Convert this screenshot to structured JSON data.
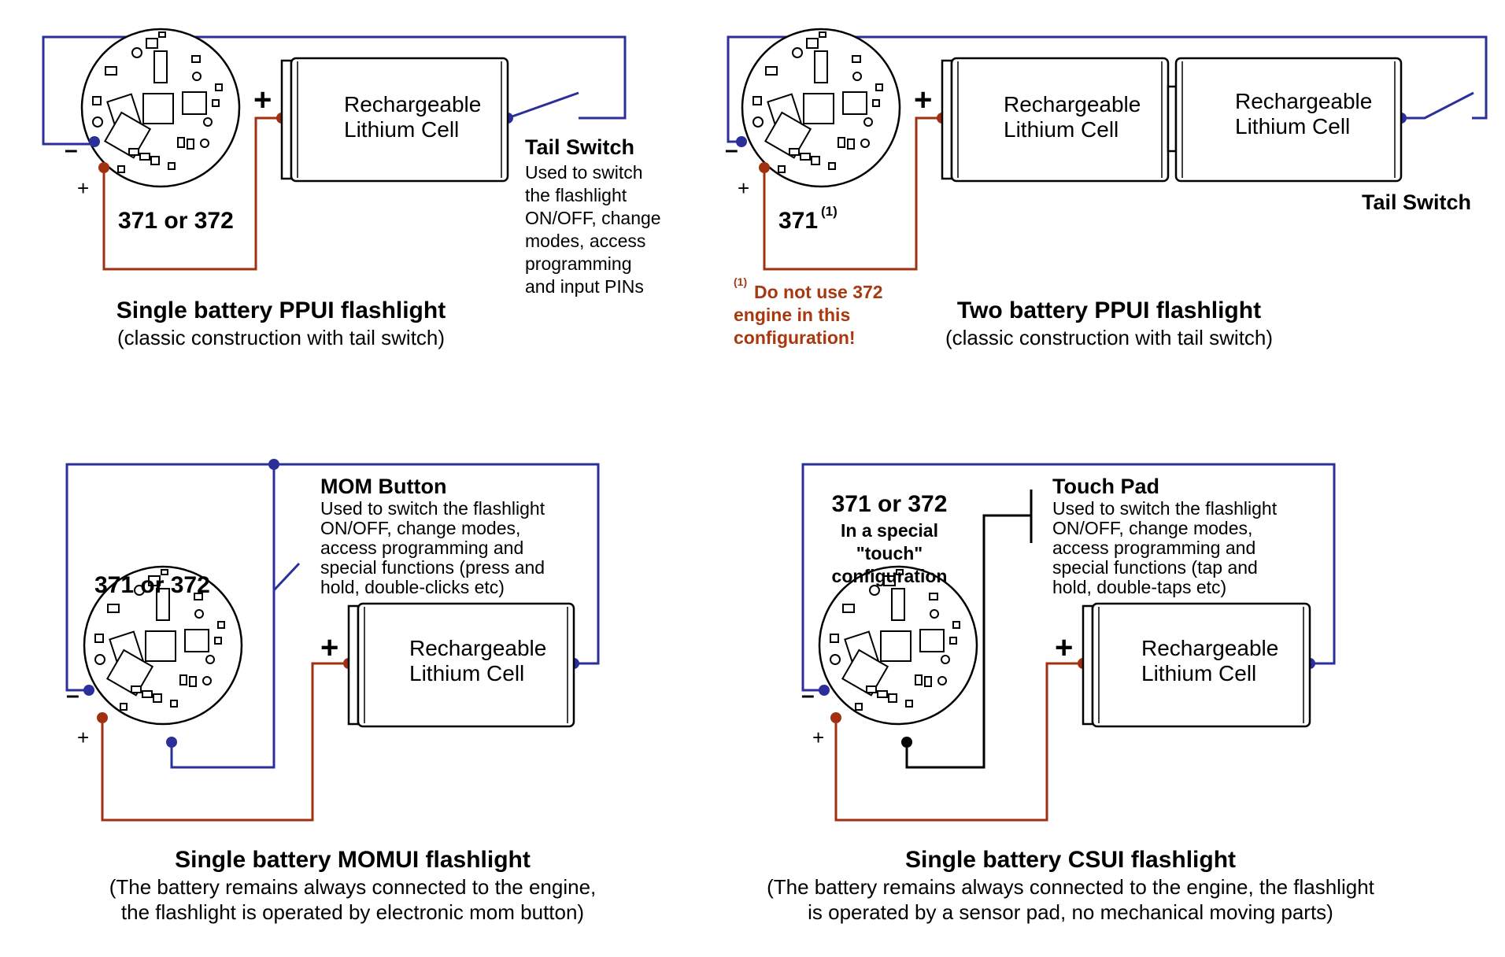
{
  "colors": {
    "positive_wire": "#a03010",
    "negative_wire": "#2b2f9a",
    "warning_text": "#a8380f"
  },
  "panel1": {
    "cell_label_1": "Rechargeable",
    "cell_label_2": "Lithium Cell",
    "engine_label": "371 or 372",
    "switch_title": "Tail Switch",
    "switch_desc": [
      "Used to switch",
      "the flashlight",
      "ON/OFF, change",
      "modes, access",
      "programming",
      "and input PINs"
    ],
    "title": "Single battery PPUI flashlight",
    "subtitle": "(classic construction with tail switch)"
  },
  "panel2": {
    "cell1_label_1": "Rechargeable",
    "cell1_label_2": "Lithium Cell",
    "cell2_label_1": "Rechargeable",
    "cell2_label_2": "Lithium Cell",
    "engine_label": "371",
    "engine_footnote": "(1)",
    "switch_title": "Tail Switch",
    "note_mark": "(1)",
    "note_lines": [
      "Do not use 372",
      "engine in this",
      "configuration!"
    ],
    "title": "Two battery PPUI flashlight",
    "subtitle": "(classic construction with tail switch)"
  },
  "panel3": {
    "cell_label_1": "Rechargeable",
    "cell_label_2": "Lithium Cell",
    "engine_label": "371 or 372",
    "button_title": "MOM Button",
    "button_desc": [
      "Used to switch the flashlight",
      "ON/OFF, change modes,",
      "access programming and",
      "special functions (press and",
      "hold, double-clicks etc)"
    ],
    "title": "Single battery MOMUI flashlight",
    "subtitle_lines": [
      "(The battery remains always connected to the engine,",
      "the flashlight is operated by electronic mom button)"
    ]
  },
  "panel4": {
    "cell_label_1": "Rechargeable",
    "cell_label_2": "Lithium Cell",
    "engine_label": "371 or 372",
    "engine_note": [
      "In a special",
      "\"touch\"",
      "configuration"
    ],
    "pad_title": "Touch Pad",
    "pad_desc": [
      "Used to switch the flashlight",
      "ON/OFF, change modes,",
      "access programming and",
      "special functions (tap and",
      "hold, double-taps etc)"
    ],
    "title": "Single battery CSUI flashlight",
    "subtitle_lines": [
      "(The battery remains always connected to the engine, the flashlight",
      "is operated by a sensor pad, no mechanical moving parts)"
    ]
  },
  "symbols": {
    "plus": "+",
    "minus": "–"
  }
}
